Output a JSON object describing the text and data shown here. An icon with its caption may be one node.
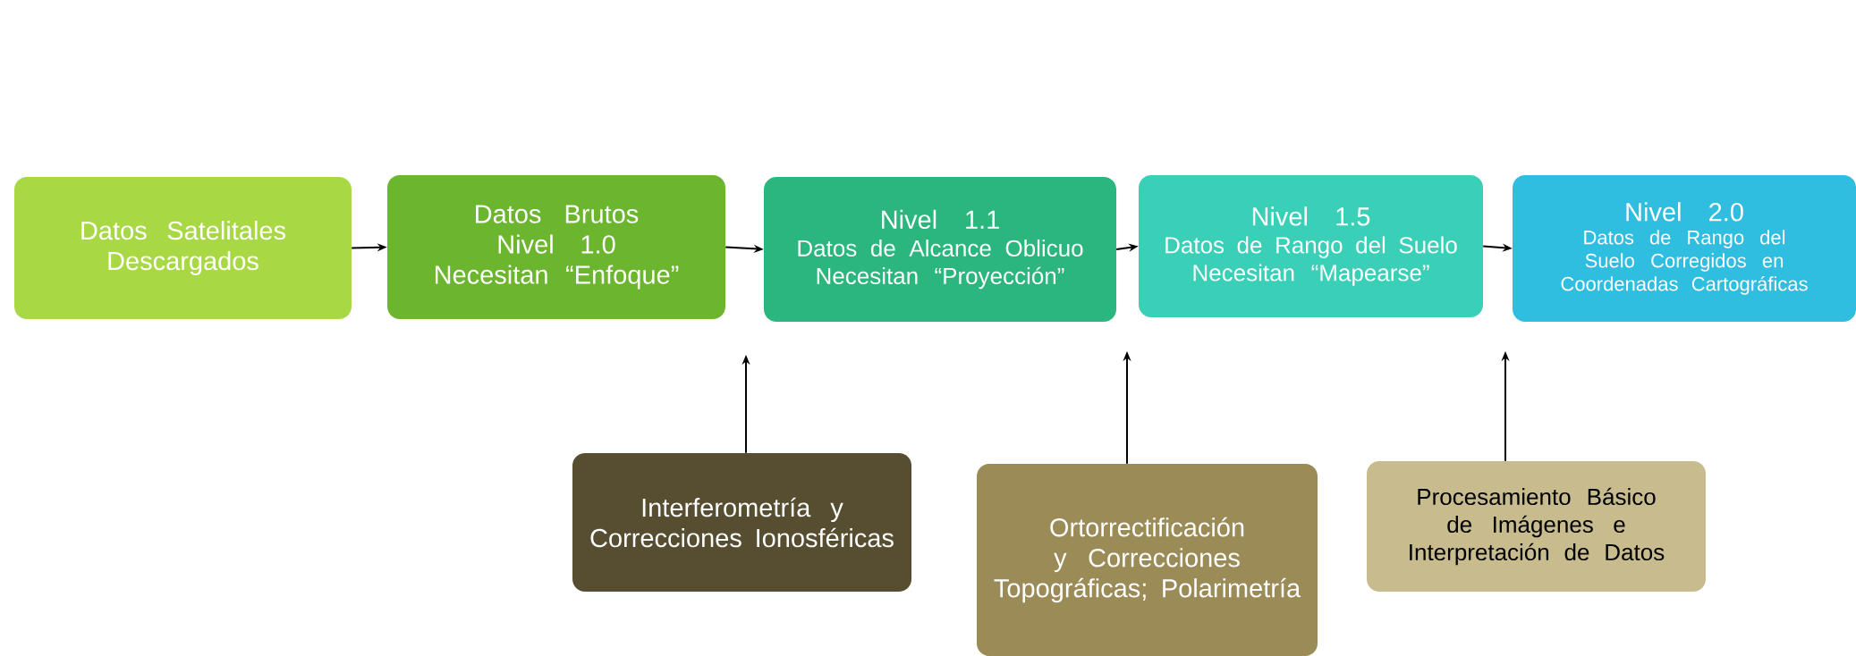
{
  "diagram": {
    "nodes": [
      {
        "text": [
          "Datos Satelitales Descargados"
        ]
      },
      {
        "text": [
          "Datos Brutos",
          "Nivel 1.0",
          "Necesitan “Enfoque”"
        ]
      },
      {
        "text": [
          "Nivel 1.1",
          "Datos de Alcance Oblicuo Necesitan “Proyección”"
        ]
      },
      {
        "text": [
          "Nivel 1.5",
          "Datos de Rango del Suelo Necesitan “Mapearse”"
        ]
      },
      {
        "text": [
          "Nivel 2.0",
          "Datos de Rango del Suelo Corregidos en Coordenadas Cartográficas"
        ]
      },
      {
        "text": [
          "Interferometría y Correcciones Ionosféricas"
        ]
      },
      {
        "text": [
          "Ortorrectificación y Correcciones Topográficas; Polarimetría"
        ]
      },
      {
        "text": [
          "Procesamiento Básico de Imágenes e Interpretación de Datos"
        ]
      }
    ],
    "edges": [
      {
        "from": 0,
        "to": 1,
        "arrow": "to"
      },
      {
        "from": 1,
        "to": 2,
        "arrow": "to"
      },
      {
        "from": 2,
        "to": 3,
        "arrow": "to"
      },
      {
        "from": 3,
        "to": 4,
        "arrow": "to"
      },
      {
        "from": 5,
        "to": null,
        "arrow": "to"
      },
      {
        "from": 6,
        "to": null,
        "arrow": "to"
      },
      {
        "from": 7,
        "to": null,
        "arrow": "to"
      }
    ]
  }
}
